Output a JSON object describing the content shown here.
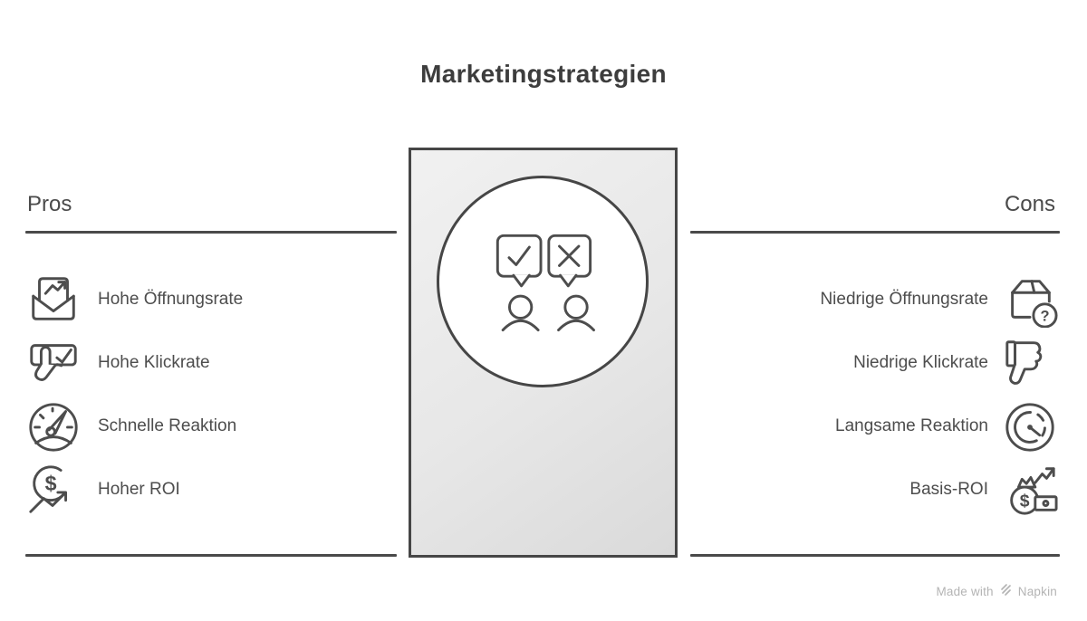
{
  "title": "Marketingstrategien",
  "pros": {
    "heading": "Pros",
    "items": [
      {
        "label": "Hohe Öffnungsrate",
        "icon": "open-email-chart-icon"
      },
      {
        "label": "Hohe Klickrate",
        "icon": "click-check-icon"
      },
      {
        "label": "Schnelle Reaktion",
        "icon": "speedometer-icon"
      },
      {
        "label": "Hoher ROI",
        "icon": "dollar-growth-icon"
      }
    ]
  },
  "cons": {
    "heading": "Cons",
    "items": [
      {
        "label": "Niedrige Öffnungsrate",
        "icon": "package-question-icon"
      },
      {
        "label": "Niedrige Klickrate",
        "icon": "thumbs-down-icon"
      },
      {
        "label": "Langsame Reaktion",
        "icon": "slow-gauge-icon"
      },
      {
        "label": "Basis-ROI",
        "icon": "money-bag-growth-icon"
      }
    ]
  },
  "center": {
    "illustration": "two-people-check-and-x-speech-bubbles"
  },
  "footer": {
    "made_with": "Made with",
    "brand": "Napkin"
  },
  "colors": {
    "ink": "#4d4d4d",
    "title": "#3d3d3d",
    "rule": "#4a4a4a",
    "panel_border": "#464646",
    "panel_fill_light": "#f1f1f1",
    "panel_fill_dark": "#dadada",
    "footer_text": "#b4b4b4",
    "background": "#ffffff"
  }
}
